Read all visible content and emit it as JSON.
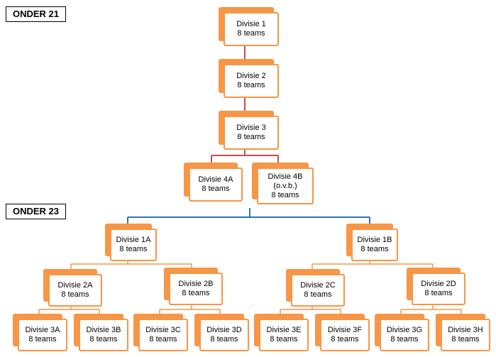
{
  "sections": [
    {
      "key": "u21",
      "label": "ONDER 21"
    },
    {
      "key": "u23",
      "label": "ONDER 23"
    }
  ],
  "nodes": [
    {
      "id": "d1",
      "lines": [
        "Divisie 1",
        "8 teams"
      ]
    },
    {
      "id": "d2",
      "lines": [
        "Divisie 2",
        "8 teams"
      ]
    },
    {
      "id": "d3",
      "lines": [
        "Divisie 3",
        "8 teams"
      ]
    },
    {
      "id": "d4a",
      "lines": [
        "Divisie 4A",
        "8 teams"
      ]
    },
    {
      "id": "d4b",
      "lines": [
        "Divisie 4B",
        "(o.v.b.)",
        "8 teams"
      ]
    },
    {
      "id": "d1a",
      "lines": [
        "Divisie 1A",
        "8 teams"
      ]
    },
    {
      "id": "d1b",
      "lines": [
        "Divisie 1B",
        "8 teams"
      ]
    },
    {
      "id": "d2a",
      "lines": [
        "Divisie 2A",
        "8 teams"
      ]
    },
    {
      "id": "d2b",
      "lines": [
        "Divisie 2B",
        "8 teams"
      ]
    },
    {
      "id": "d2c",
      "lines": [
        "Divisie 2C",
        "8 teams"
      ]
    },
    {
      "id": "d2d",
      "lines": [
        "Divisie 2D",
        "8 teams"
      ]
    },
    {
      "id": "d3a",
      "lines": [
        "Divisie 3A",
        "8 teams"
      ]
    },
    {
      "id": "d3b",
      "lines": [
        "Divisie 3B",
        "8 teams"
      ]
    },
    {
      "id": "d3c",
      "lines": [
        "Divisie 3C",
        "8 teams"
      ]
    },
    {
      "id": "d3d",
      "lines": [
        "Divisie 3D",
        "8 teams"
      ]
    },
    {
      "id": "d3e",
      "lines": [
        "Divisie 3E",
        "8 teams"
      ]
    },
    {
      "id": "d3f",
      "lines": [
        "Divisie 3F",
        "8 teams"
      ]
    },
    {
      "id": "d3g",
      "lines": [
        "Divisie 3G",
        "8 teams"
      ]
    },
    {
      "id": "d3h",
      "lines": [
        "Divisie 3H",
        "8 teams"
      ]
    }
  ],
  "colors": {
    "box_accent": "#f79646",
    "u21_connector": "#c0504d",
    "u23_top_connector": "#2e75b6",
    "u23_connector": "#f79646"
  }
}
